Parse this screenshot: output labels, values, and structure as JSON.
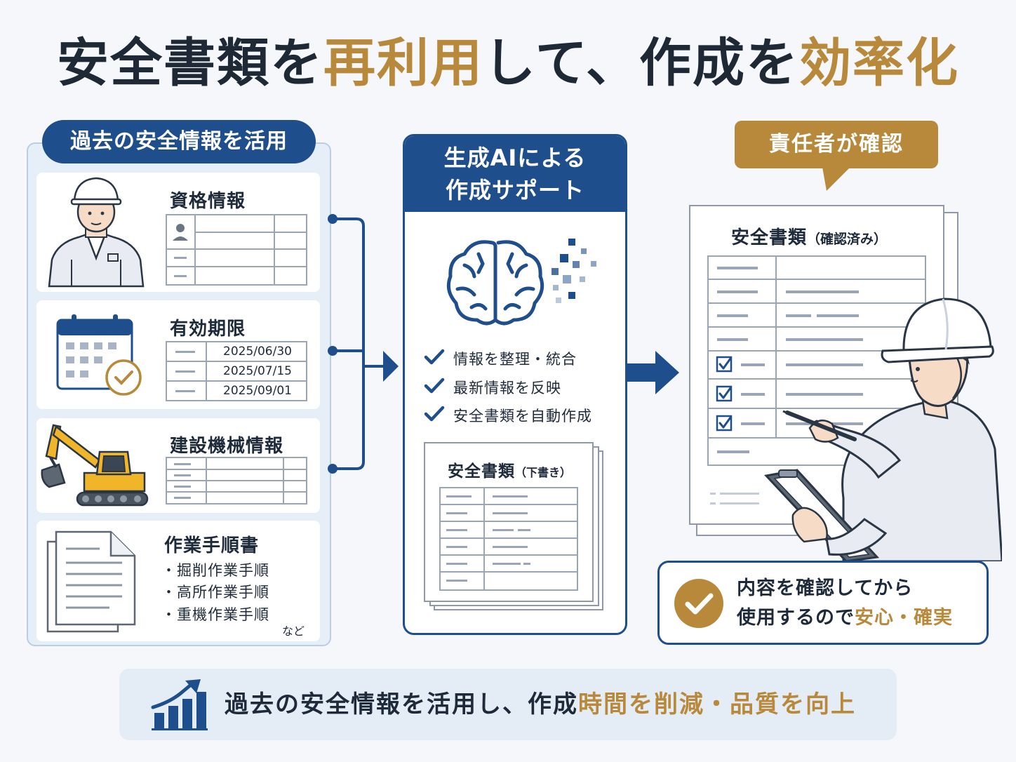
{
  "title": {
    "part1": "安全書類を",
    "part2": "再利用",
    "part3": "して、作成を",
    "part4": "効率化"
  },
  "left": {
    "header": "過去の安全情報を活用",
    "cards": {
      "qualification": {
        "title": "資格情報"
      },
      "expiry": {
        "title": "有効期限",
        "dates": [
          "2025/06/30",
          "2025/07/15",
          "2025/09/01"
        ]
      },
      "machine": {
        "title": "建設機械情報"
      },
      "procedure": {
        "title": "作業手順書",
        "items": [
          "・掘削作業手順",
          "・高所作業手順",
          "・重機作業手順"
        ],
        "etc": "など"
      }
    }
  },
  "center": {
    "header_line1": "生成AIによる",
    "header_line2": "作成サポート",
    "checks": [
      "情報を整理・統合",
      "最新情報を反映",
      "安全書類を自動作成"
    ],
    "draft_title": "安全書類",
    "draft_sub": "（下書き）"
  },
  "right": {
    "speech": "責任者が確認",
    "doc_title": "安全書類",
    "doc_sub": "（確認済み）",
    "info_line1": "内容を確認してから",
    "info_line2_a": "使用するので",
    "info_line2_b": "安心・確実"
  },
  "banner": {
    "part1": "過去の安全情報を活用し、作成",
    "part2": "時間を削減・品質を向上"
  },
  "colors": {
    "navy": "#1e4e8c",
    "gold": "#b8893a",
    "text": "#1f2935"
  }
}
